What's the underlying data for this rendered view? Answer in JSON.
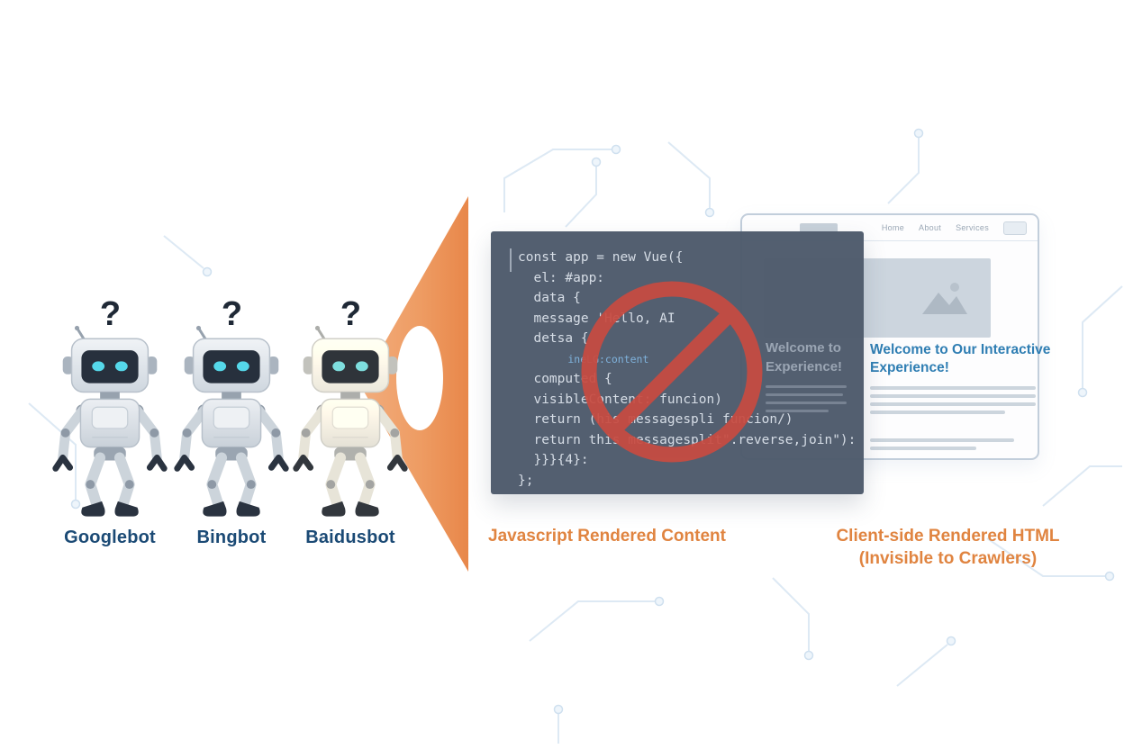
{
  "bots": [
    {
      "name": "Googlebot",
      "mark": "?"
    },
    {
      "name": "Bingbot",
      "mark": "?"
    },
    {
      "name": "Baidusbot",
      "mark": "?"
    }
  ],
  "code_panel": {
    "caption": "Javascript Rendered Content",
    "lines": [
      {
        "text": "const app = new Vue({"
      },
      {
        "text": "  el: #app:"
      },
      {
        "text": "  data {"
      },
      {
        "text": "  message 'Hello, AI"
      },
      {
        "text": "  detsa {"
      },
      {
        "text": "        ineLG:content",
        "color": "#7fb2dc",
        "size": "small"
      },
      {
        "text": "  computed {"
      },
      {
        "text": "  visibleContent: funcion)"
      },
      {
        "text": "  return (his messagespli funcion/)"
      },
      {
        "text": "  return this messagesplit\".reverse,join\"):"
      },
      {
        "text": "  }}}{4}:"
      },
      {
        "text": "};"
      }
    ]
  },
  "browser": {
    "nav": [
      "Home",
      "About",
      "Services"
    ],
    "heading": "Welcome to Our Interactive Experience!",
    "ghost_heading": {
      "line1": "Welcome to",
      "line2": "Experience!"
    },
    "caption_line1": "Client-side Rendered HTML",
    "caption_line2": "(Invisible to Crawlers)"
  },
  "colors": {
    "caption_orange": "#e08440",
    "bot_label_blue": "#1b4a75",
    "panel_bg": "#4d5a6b",
    "prohibition_red": "#c84b41",
    "cone_orange": "#ee9c63",
    "heading_blue": "#2f7eb3",
    "eye_cyan": "#55d8ea"
  }
}
